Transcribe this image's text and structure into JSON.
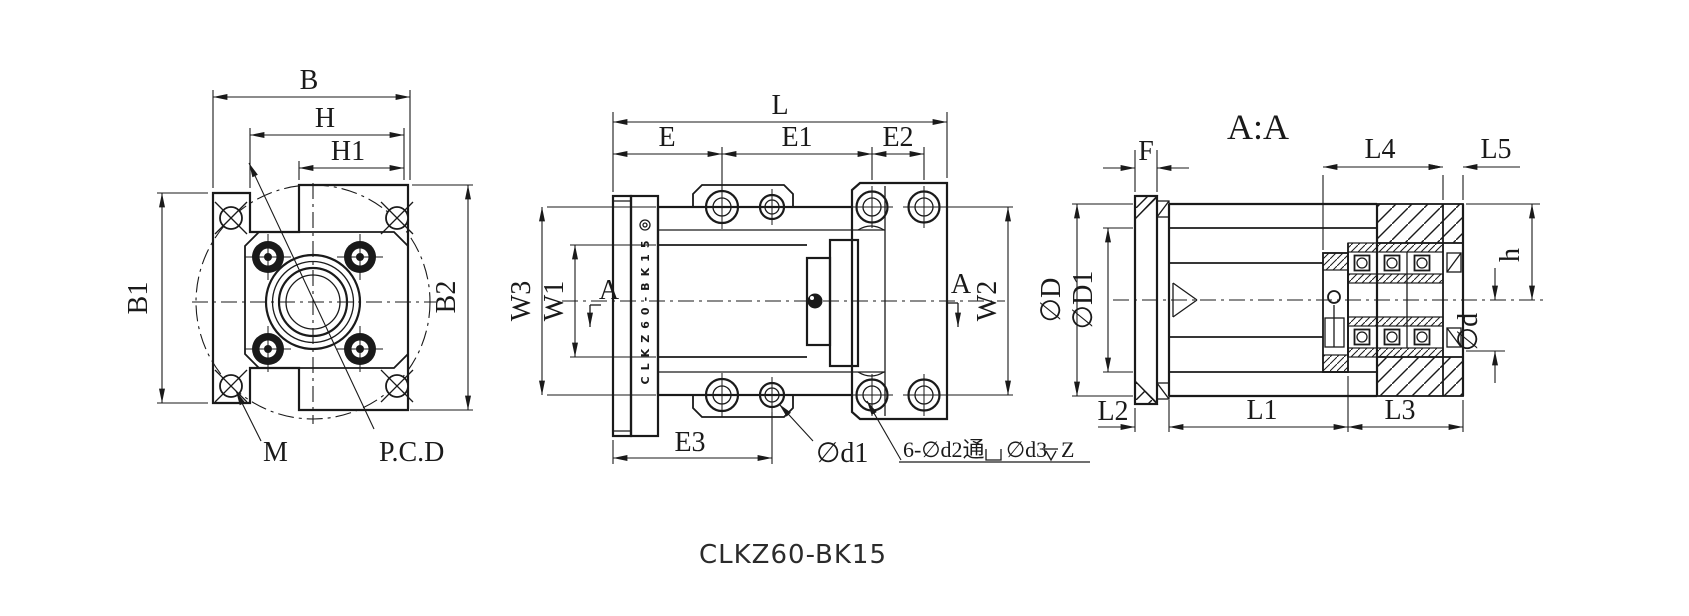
{
  "drawing": {
    "caption": "CLKZ60-BK15",
    "background": "#ffffff",
    "line_color": "#1a1a1a",
    "front_view": {
      "dims": {
        "B": "B",
        "H": "H",
        "H1": "H1",
        "B1": "B1",
        "B2": "B2"
      },
      "labels": {
        "M": "M",
        "PCD": "P.C.D"
      }
    },
    "top_view": {
      "dims": {
        "L": "L",
        "E": "E",
        "E1": "E1",
        "E2": "E2",
        "E3": "E3",
        "W1": "W1",
        "W2": "W2",
        "W3": "W3"
      },
      "labels": {
        "A_left": "A",
        "A_right": "A",
        "d1": "∅d1"
      },
      "hole_note": {
        "prefix": "6-∅d2通",
        "cbore_dia": "∅d3",
        "depth_value": "Z"
      },
      "marking": "CLKZ60-BK15"
    },
    "section_view": {
      "title": "A:A",
      "dims": {
        "F": "F",
        "D": "∅D",
        "D1": "∅D1",
        "L1": "L1",
        "L2": "L2",
        "L3": "L3",
        "L4": "L4",
        "L5": "L5",
        "h": "h",
        "d": "∅d"
      }
    }
  }
}
